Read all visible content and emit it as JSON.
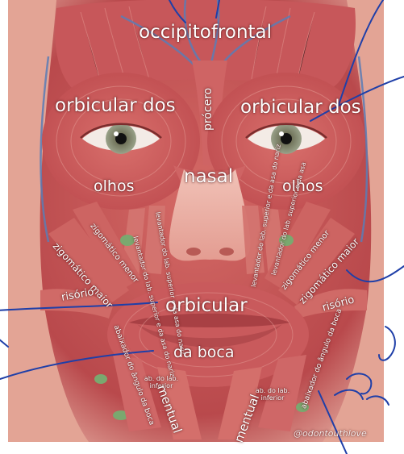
{
  "labels": {
    "occipitofrontal": "occipitofrontal",
    "procero": "prócero",
    "orbicular_olhos_left_top": "orbicular dos",
    "orbicular_olhos_left_bottom": "olhos",
    "orbicular_olhos_right_top": "orbicular dos",
    "orbicular_olhos_right_bottom": "olhos",
    "nasal": "nasal",
    "zigomatico_menor_left": "zigomático menor",
    "zigomatico_maior_left": "zigomático maior",
    "levantador_left": "levantador do lab. superior e da asa do nariz",
    "levantador_left_2": "levantador do lab. superior e da asa do nariz",
    "levantador_right": "levantador do lab. superior e da asa do nariz",
    "levantador_right_2": "levantador do lab. superior e da asa",
    "zigomatico_menor_right": "zigomático menor",
    "zigomatico_maior_right": "zigomático maior",
    "risorio_left": "risório",
    "risorio_right": "risório",
    "orbicular_boca_top": "orbicular",
    "orbicular_boca_bottom": "da boca",
    "abaixador_angulo_left": "abaixador do ângulo da boca",
    "abaixador_angulo_right": "abaixador do ângulo da boca",
    "ab_lab_inferior_left": "ab. do lab. inferior",
    "ab_lab_inferior_right": "ab. do lab. inferior",
    "mentual_left": "mentual",
    "mentual_right": "mentual",
    "watermark": "@odontouthlove"
  },
  "colors": {
    "muscle": "#c9595a",
    "muscle_light": "#e08a86",
    "skin": "#e9a89a",
    "ink": "#1f3fa8"
  }
}
